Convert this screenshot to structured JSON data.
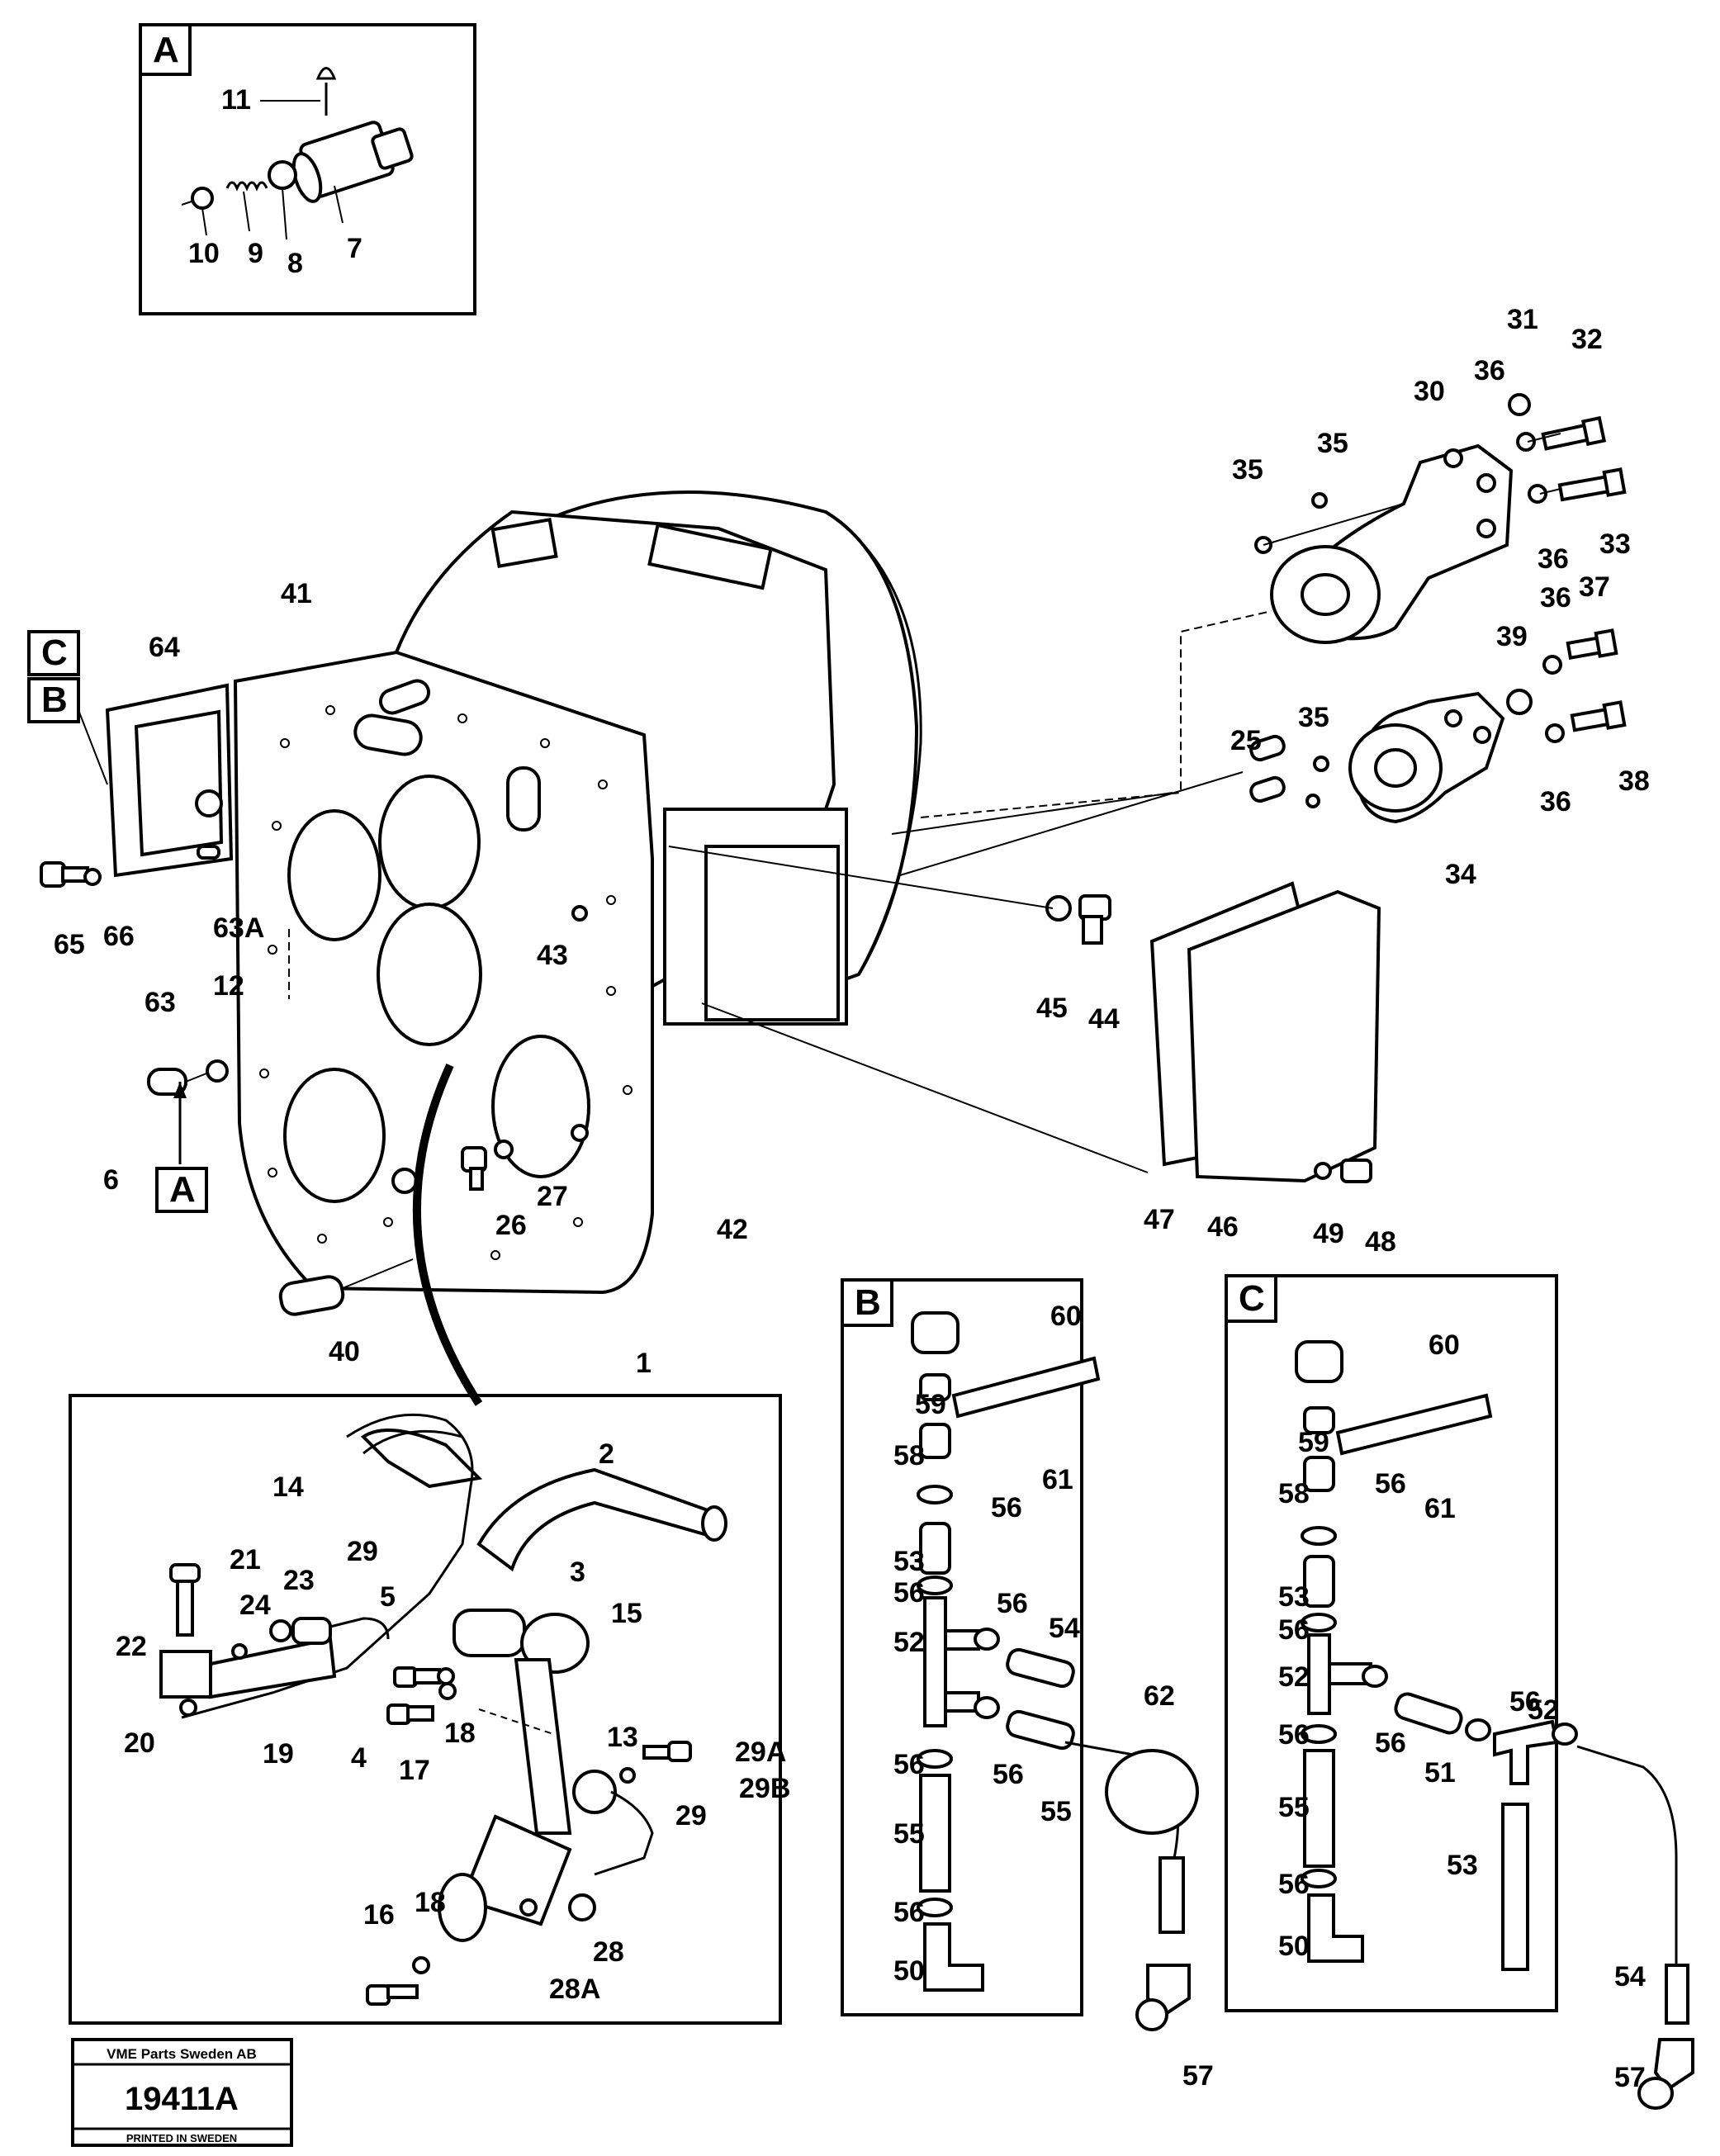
{
  "detail_tags": [
    "A",
    "C",
    "B",
    "A",
    "B",
    "C"
  ],
  "part_numbers": {
    "inset_a": [
      "11",
      "10",
      "9",
      "8",
      "7"
    ],
    "housing": [
      "41",
      "64",
      "65",
      "66",
      "63",
      "63A",
      "12",
      "6",
      "43",
      "45",
      "44",
      "26",
      "27",
      "42",
      "40",
      "1"
    ],
    "brackets": [
      "31",
      "32",
      "30",
      "36",
      "35",
      "35",
      "36",
      "33",
      "37",
      "36",
      "39",
      "25",
      "35",
      "36",
      "38",
      "34"
    ],
    "cover": [
      "47",
      "46",
      "49",
      "48"
    ],
    "inset_pipes": [
      "2",
      "14",
      "21",
      "29",
      "23",
      "24",
      "22",
      "5",
      "3",
      "15",
      "20",
      "19",
      "4",
      "17",
      "18",
      "13",
      "29A",
      "29B",
      "29",
      "16",
      "18",
      "28A",
      "28"
    ],
    "inset_b": [
      "60",
      "59",
      "58",
      "61",
      "56",
      "53",
      "56",
      "52",
      "56",
      "54",
      "56",
      "56",
      "55",
      "55",
      "62",
      "56",
      "50",
      "57"
    ],
    "inset_c": [
      "60",
      "59",
      "58",
      "61",
      "56",
      "53",
      "56",
      "52",
      "56",
      "56",
      "52",
      "56",
      "51",
      "55",
      "53",
      "56",
      "50",
      "54",
      "57"
    ]
  },
  "stamp": {
    "company": "VME Parts Sweden AB",
    "number": "19411A",
    "printed": "PRINTED IN SWEDEN"
  }
}
